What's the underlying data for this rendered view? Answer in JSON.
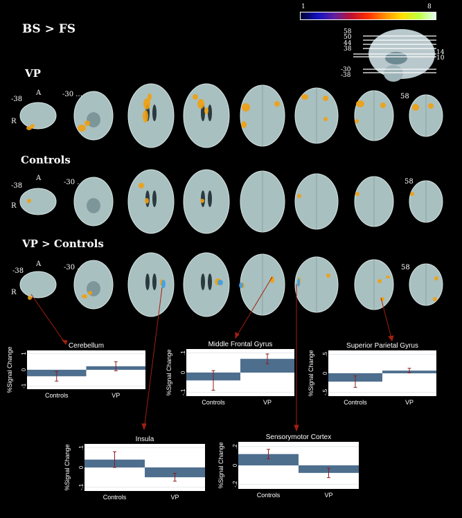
{
  "figure": {
    "title": "BS > FS",
    "colorbar": {
      "min": "1",
      "max": "8"
    },
    "sagittal_labels": {
      "left": [
        "58",
        "50",
        "44",
        "38",
        "-30",
        "-38"
      ],
      "right": [
        "14",
        "10"
      ]
    },
    "rows": [
      {
        "label": "VP",
        "orient_a": "A",
        "orient_r": "R",
        "first_slice": "-38",
        "second_slice": "-30 ...",
        "last_slice": "58"
      },
      {
        "label": "Controls",
        "orient_a": "A",
        "orient_r": "R",
        "first_slice": "-38",
        "second_slice": "-30 ...",
        "last_slice": "58"
      },
      {
        "label": "VP > Controls",
        "orient_a": "A",
        "orient_r": "R",
        "first_slice": "-38",
        "second_slice": "-30 ...",
        "last_slice": "58"
      }
    ]
  },
  "colors": {
    "bar": "#4e6e8e",
    "error": "#8b1a1a",
    "brain_fill": "#a9c0c0",
    "activation": "#f0a010",
    "deactivation": "#3aa0e8",
    "connector": "#a02010"
  },
  "chart_data": [
    {
      "type": "bar",
      "title": "Cerebellum",
      "ylabel": "%Signal Change",
      "categories": [
        "Controls",
        "VP"
      ],
      "values": [
        -0.4,
        0.22
      ],
      "errors": [
        0.3,
        0.28
      ],
      "ylim": [
        -1.2,
        1.2
      ],
      "yticks": [
        "-1",
        "0",
        "1"
      ]
    },
    {
      "type": "bar",
      "title": "Middle Frontal Gyrus",
      "ylabel": "%Signal Change",
      "categories": [
        "Controls",
        "VP"
      ],
      "values": [
        -0.04,
        0.07
      ],
      "errors": [
        0.05,
        0.025
      ],
      "ylim": [
        -0.12,
        0.12
      ],
      "yticks": [
        "-.1",
        "0",
        ".1"
      ]
    },
    {
      "type": "bar",
      "title": "Superior Parietal Gyrus",
      "ylabel": "%Signal Change",
      "categories": [
        "Controls",
        "VP"
      ],
      "values": [
        -0.22,
        0.07
      ],
      "errors": [
        0.15,
        0.06
      ],
      "ylim": [
        -0.6,
        0.6
      ],
      "yticks": [
        "-.5",
        "0",
        ".5"
      ]
    },
    {
      "type": "bar",
      "title": "Insula",
      "ylabel": "%Signal Change",
      "categories": [
        "Controls",
        "VP"
      ],
      "values": [
        0.04,
        -0.05
      ],
      "errors": [
        0.04,
        0.02
      ],
      "ylim": [
        -0.12,
        0.12
      ],
      "yticks": [
        "-.1",
        "0",
        ".1"
      ]
    },
    {
      "type": "bar",
      "title": "Sensorymotor Cortex",
      "ylabel": "%Signal Change",
      "categories": [
        "Controls",
        "VP"
      ],
      "values": [
        0.12,
        -0.08
      ],
      "errors": [
        0.05,
        0.05
      ],
      "ylim": [
        -0.25,
        0.25
      ],
      "yticks": [
        "-.2",
        "0",
        ".2"
      ]
    }
  ]
}
